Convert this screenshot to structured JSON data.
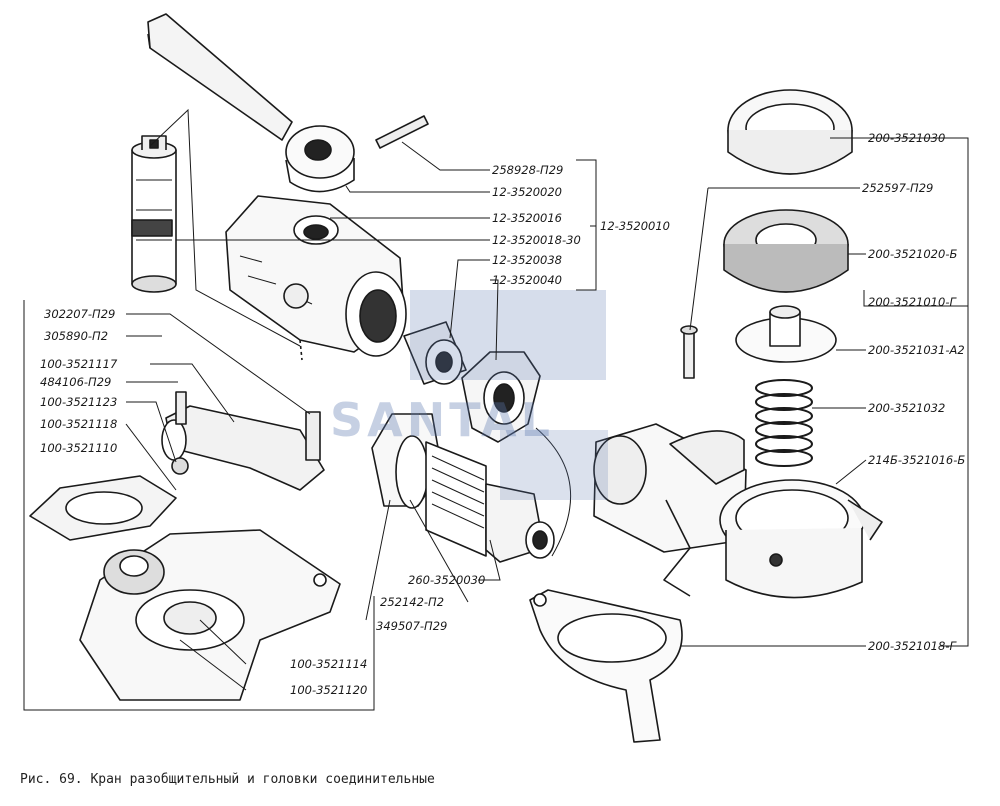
{
  "caption": "Рис. 69. Кран разобщительный и головки соединительные",
  "watermark": "SANTAL",
  "colors": {
    "ink": "#1a1a1a",
    "watermark": "#5c78af",
    "background": "#ffffff"
  },
  "labels": {
    "l258928": "258928-П29",
    "l12_3520020": "12-3520020",
    "l12_3520016": "12-3520016",
    "l12_3520018": "12-3520018-30",
    "l12_3520038": "12-3520038",
    "l12_3520040": "12-3520040",
    "l12_3520010": "12-3520010",
    "l200_3521030": "200-3521030",
    "l252597": "252597-П29",
    "l200_3521020": "200-3521020-Б",
    "l200_3521010": "200-3521010-Г",
    "l200_3521031": "200-3521031-А2",
    "l200_3521032": "200-3521032",
    "l214b": "214Б-3521016-Б",
    "l200_3521018": "200-3521018-Г",
    "l302207": "302207-П29",
    "l305890": "305890-П2",
    "l100_3521117": "100-3521117",
    "l484106": "484106-П29",
    "l100_3521123": "100-3521123",
    "l100_3521118": "100-3521118",
    "l100_3521110": "100-3521110",
    "l260": "260-3520030",
    "l252142": "252142-П2",
    "l349507": "349507-П29",
    "l100_3521114": "100-3521114",
    "l100_3521120": "100-3521120"
  }
}
